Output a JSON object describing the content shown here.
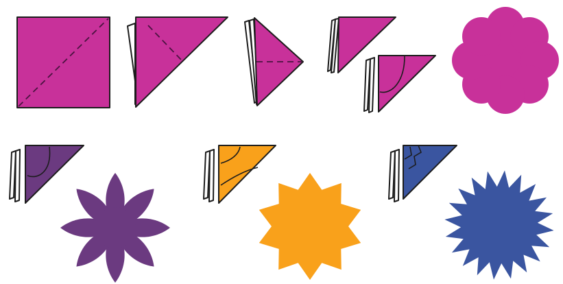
{
  "diagram": {
    "colors": {
      "magenta": "#c8319a",
      "purple": "#6b3a80",
      "orange": "#f9a11b",
      "blue": "#3a55a0",
      "outline": "#1c1c1c",
      "paper_back": "#ffffff"
    },
    "folding_steps": [
      {
        "step": 1,
        "shape": "square",
        "fold_line": "diagonal"
      },
      {
        "step": 2,
        "shape": "triangle",
        "fold_line": "bisector"
      },
      {
        "step": 3,
        "shape": "small-triangle",
        "fold_line": "midline"
      },
      {
        "step": 4,
        "shape": "narrow-triangle",
        "fold_line": "none"
      },
      {
        "step": 5,
        "shape": "narrow-triangle",
        "cut": "curved"
      }
    ],
    "results": [
      {
        "color": "magenta",
        "shape": "flower",
        "petals": 8,
        "cut": "arc"
      },
      {
        "color": "purple",
        "shape": "pointed-flower",
        "petals": 8,
        "cut": "pointed-arc"
      },
      {
        "color": "orange",
        "shape": "star",
        "points": 10,
        "cut": "concave"
      },
      {
        "color": "blue",
        "shape": "spiky-burst",
        "points": 20,
        "cut": "zigzag"
      }
    ]
  }
}
